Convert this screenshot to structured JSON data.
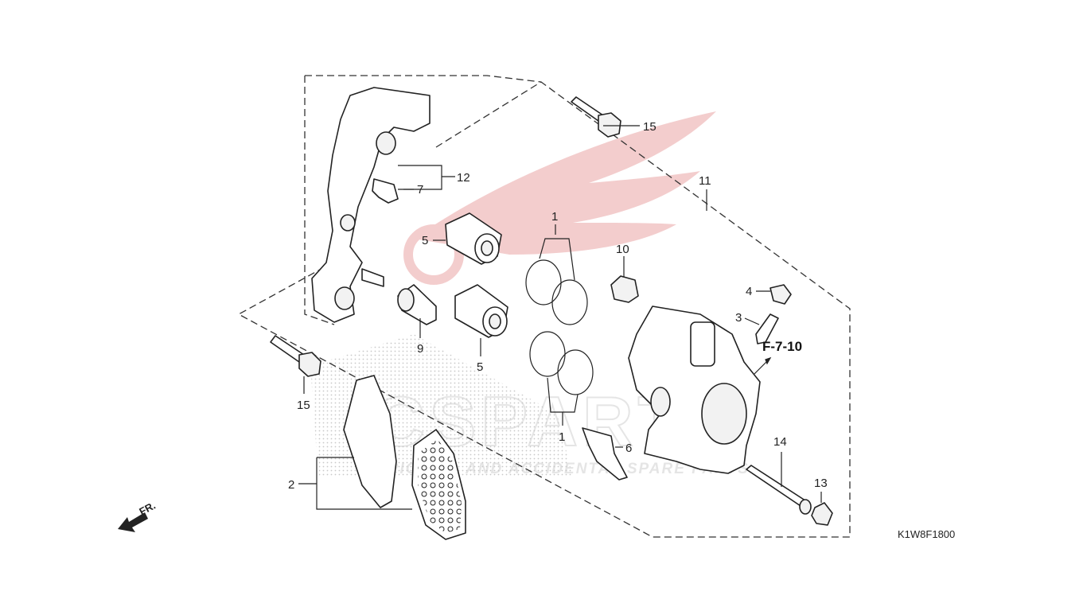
{
  "diagram": {
    "reference_label": "F-7-10",
    "diagram_code": "K1W8F1800",
    "front_label": "FR.",
    "callouts": [
      "1",
      "1",
      "2",
      "3",
      "4",
      "5",
      "5",
      "6",
      "7",
      "9",
      "10",
      "11",
      "12",
      "13",
      "14",
      "15",
      "15"
    ],
    "watermark": {
      "brand": "CSPARTS",
      "tagline": "ORIGINAL AND ACCIDENTAL SPARE PARTS"
    },
    "colors": {
      "line": "#222222",
      "watermark": "#e8a0a0"
    }
  }
}
